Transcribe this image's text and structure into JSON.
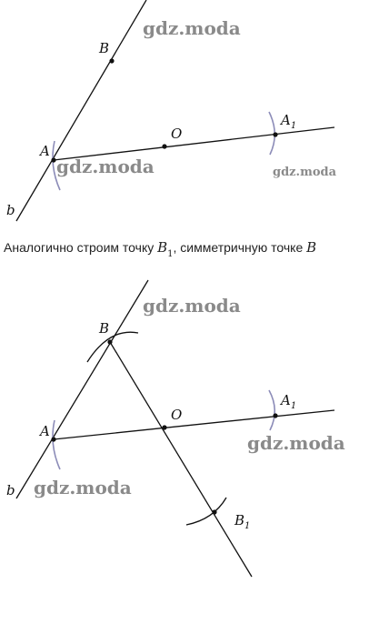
{
  "caption": {
    "text1": "Аналогично строим точку ",
    "point": "B",
    "sub": "1",
    "text2": ", симметричную точке ",
    "target": "B"
  },
  "labels": {
    "A": "A",
    "B": "B",
    "O": "O",
    "A1": "A",
    "A1_sub": "1",
    "B1": "B",
    "B1_sub": "1",
    "b": "b"
  },
  "watermark": "gdz.moda",
  "colors": {
    "line": "#111111",
    "arc_blue": "#8c8cb8",
    "watermark": "#8a8a8a"
  }
}
